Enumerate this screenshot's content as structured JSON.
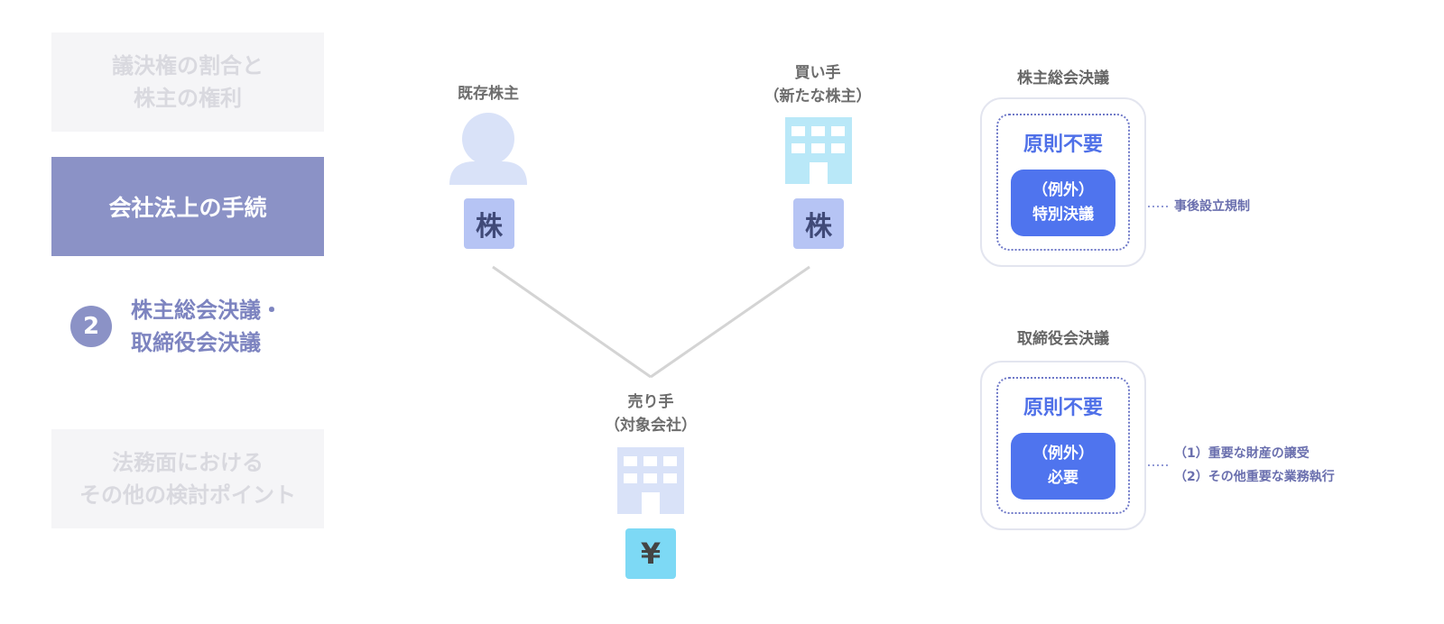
{
  "nav": {
    "item1": [
      "議決権の割合と",
      "株主の権利"
    ],
    "item2": "会社法上の手続",
    "step_number": "2",
    "step_label": [
      "株主総会決議・",
      "取締役会決議"
    ],
    "item4": [
      "法務面における",
      "その他の検討ポイント"
    ]
  },
  "diagram": {
    "existing_shareholder": "既存株主",
    "buyer": [
      "買い手",
      "（新たな株主）"
    ],
    "seller": [
      "売り手",
      "（対象会社）"
    ],
    "share_label": "株",
    "yen_label": "¥"
  },
  "shareholders_meeting": {
    "title": "株主総会決議",
    "principle": "原則不要",
    "exception": [
      "（例外）",
      "特別決議"
    ],
    "note": "事後設立規制"
  },
  "board_meeting": {
    "title": "取締役会決議",
    "principle": "原則不要",
    "exception": [
      "（例外）",
      "必要"
    ],
    "notes": [
      "（1）重要な財産の譲受",
      "（2）その他重要な業務執行"
    ]
  },
  "colors": {
    "nav_active": "#8b92c6",
    "accent_blue": "#4f74ee",
    "share_bg": "#b6c4f4",
    "yen_bg": "#7dd9f5"
  }
}
